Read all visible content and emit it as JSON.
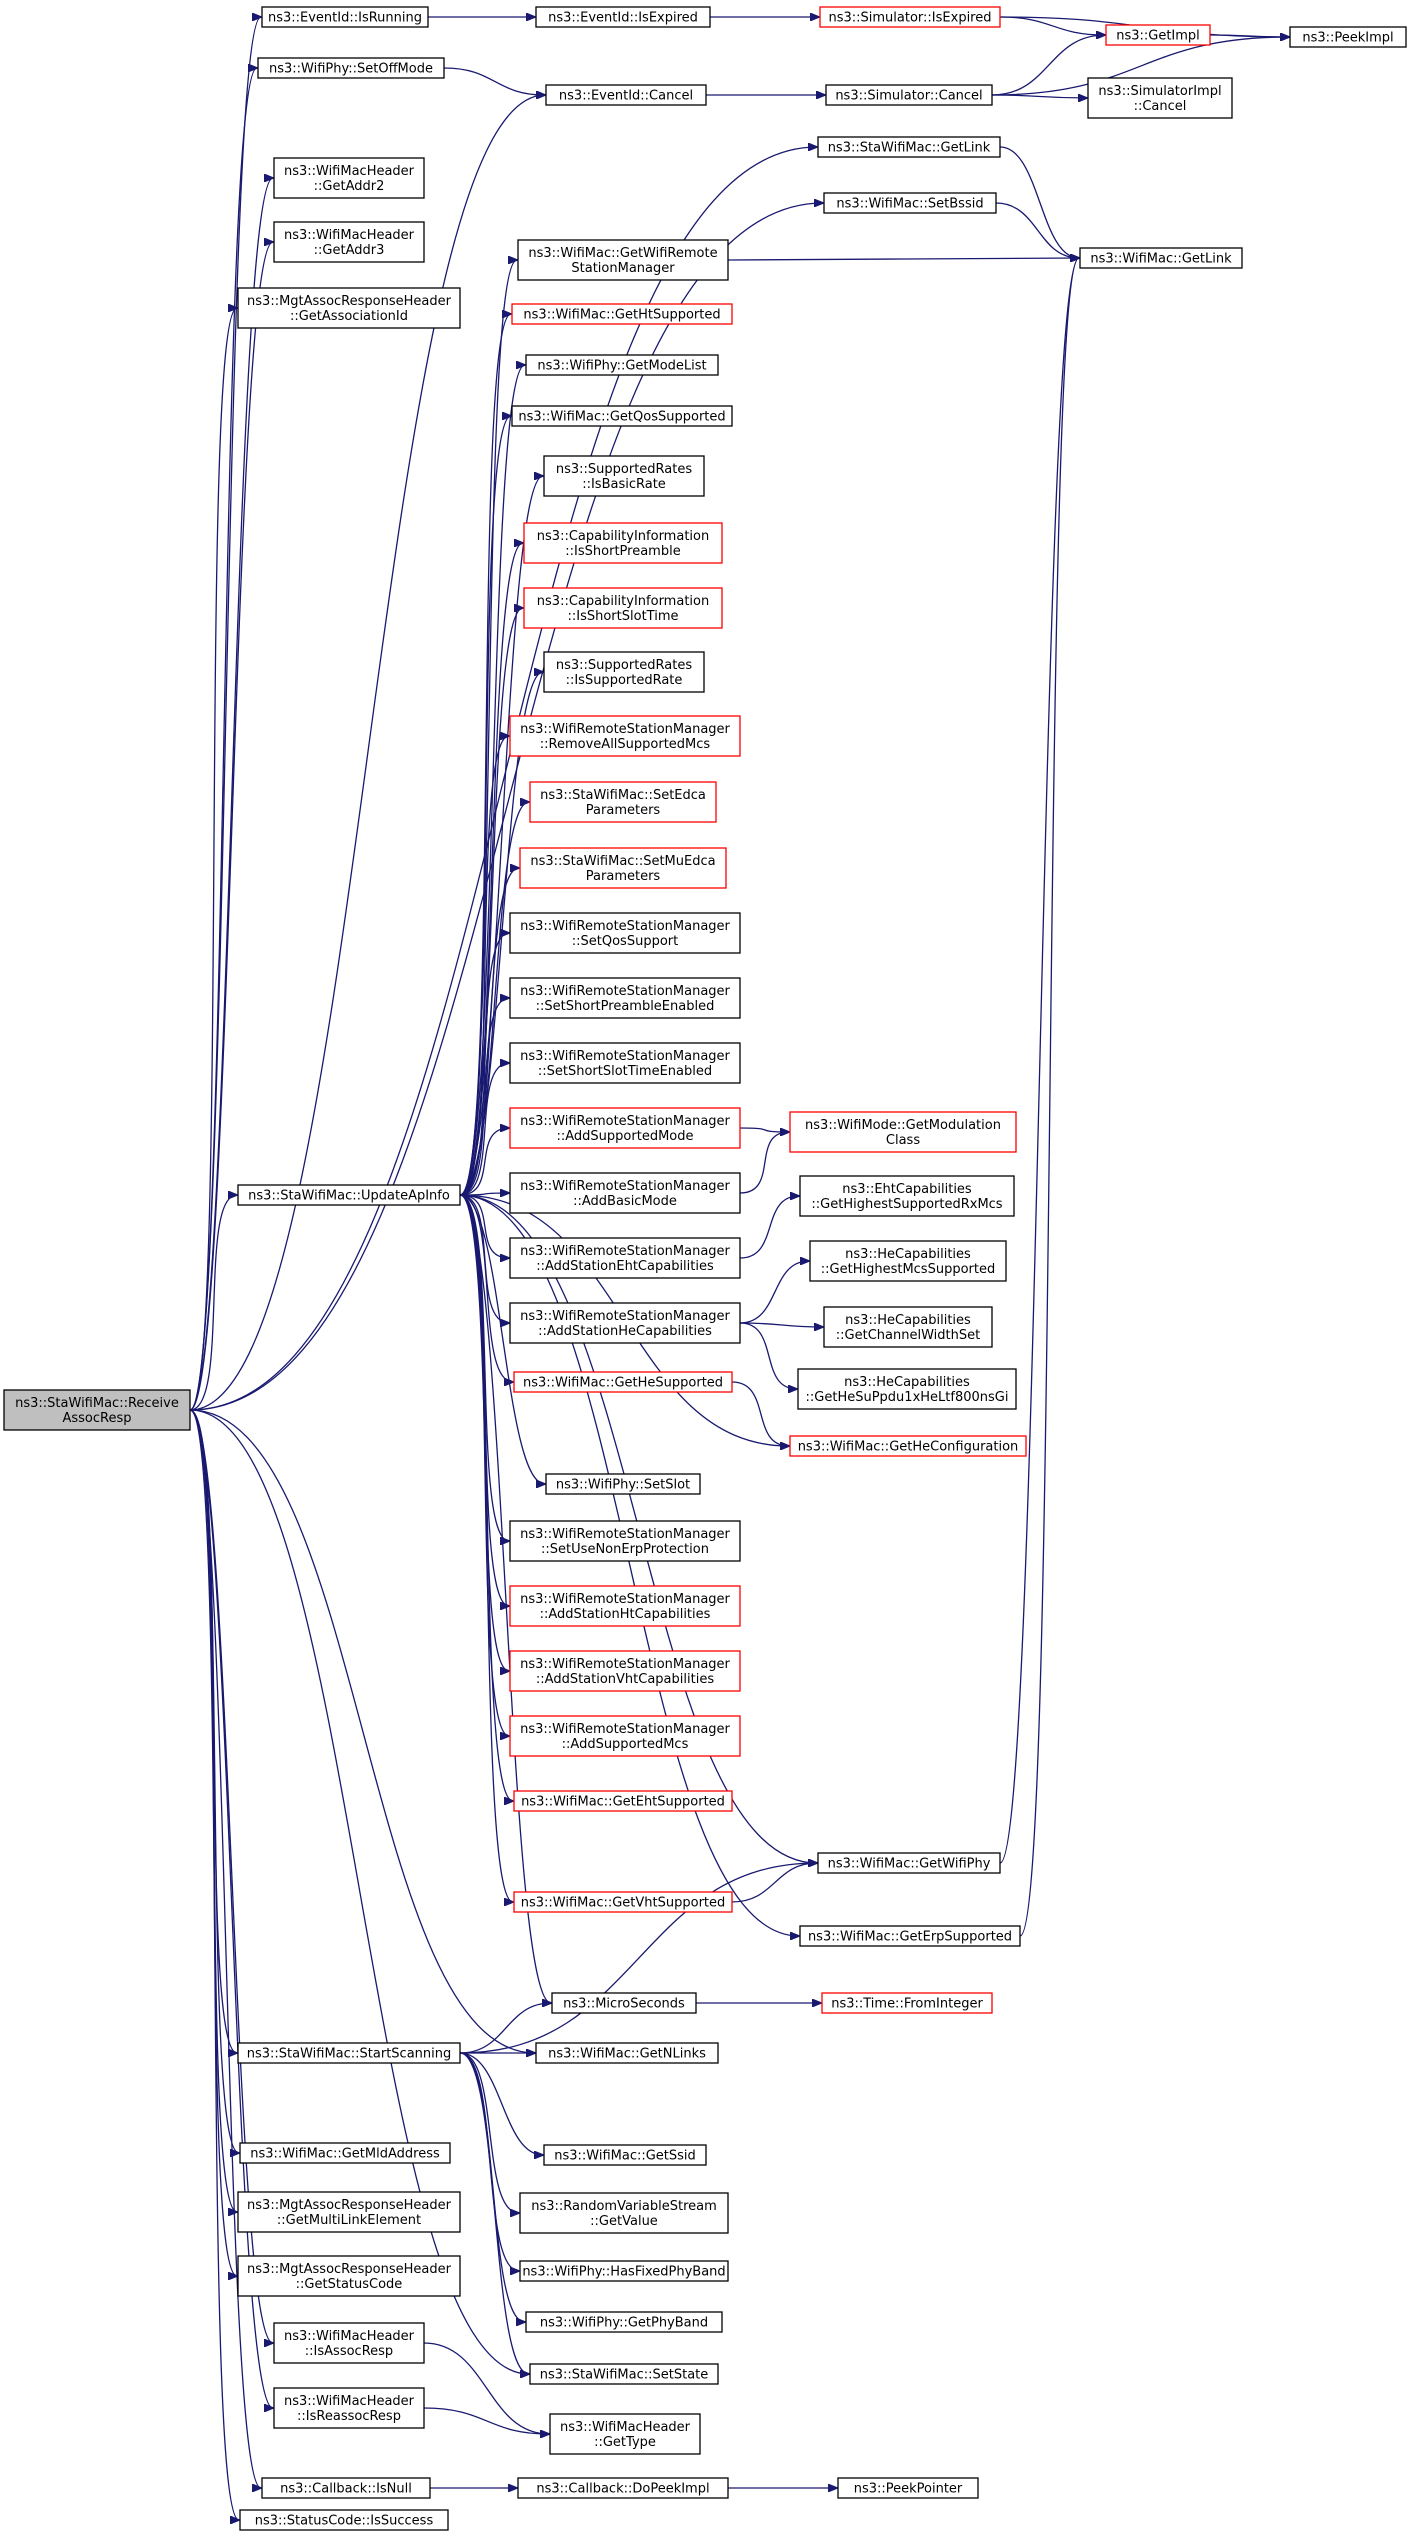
{
  "nodes": [
    {
      "id": "root",
      "lines": [
        "ns3::StaWifiMac::Receive",
        "AssocResp"
      ],
      "style": "root"
    },
    {
      "id": "isRunning",
      "lines": [
        "ns3::EventId::IsRunning"
      ],
      "style": "normal"
    },
    {
      "id": "setOffMode",
      "lines": [
        "ns3::WifiPhy::SetOffMode"
      ],
      "style": "normal"
    },
    {
      "id": "getAddr2",
      "lines": [
        "ns3::WifiMacHeader",
        "::GetAddr2"
      ],
      "style": "normal"
    },
    {
      "id": "getAddr3",
      "lines": [
        "ns3::WifiMacHeader",
        "::GetAddr3"
      ],
      "style": "normal"
    },
    {
      "id": "getAssocId",
      "lines": [
        "ns3::MgtAssocResponseHeader",
        "::GetAssociationId"
      ],
      "style": "normal"
    },
    {
      "id": "updateApInfo",
      "lines": [
        "ns3::StaWifiMac::UpdateApInfo"
      ],
      "style": "normal"
    },
    {
      "id": "startScanning",
      "lines": [
        "ns3::StaWifiMac::StartScanning"
      ],
      "style": "normal"
    },
    {
      "id": "getMldAddress",
      "lines": [
        "ns3::WifiMac::GetMldAddress"
      ],
      "style": "normal"
    },
    {
      "id": "getMultiLink",
      "lines": [
        "ns3::MgtAssocResponseHeader",
        "::GetMultiLinkElement"
      ],
      "style": "normal"
    },
    {
      "id": "getStatusCode",
      "lines": [
        "ns3::MgtAssocResponseHeader",
        "::GetStatusCode"
      ],
      "style": "normal"
    },
    {
      "id": "isAssocResp",
      "lines": [
        "ns3::WifiMacHeader",
        "::IsAssocResp"
      ],
      "style": "normal"
    },
    {
      "id": "isReassocResp",
      "lines": [
        "ns3::WifiMacHeader",
        "::IsReassocResp"
      ],
      "style": "normal"
    },
    {
      "id": "cbIsNull",
      "lines": [
        "ns3::Callback::IsNull"
      ],
      "style": "normal"
    },
    {
      "id": "isSuccess",
      "lines": [
        "ns3::StatusCode::IsSuccess"
      ],
      "style": "normal"
    },
    {
      "id": "isExpired",
      "lines": [
        "ns3::EventId::IsExpired"
      ],
      "style": "normal"
    },
    {
      "id": "eventCancel",
      "lines": [
        "ns3::EventId::Cancel"
      ],
      "style": "normal"
    },
    {
      "id": "staGetLink",
      "lines": [
        "ns3::StaWifiMac::GetLink"
      ],
      "style": "normal"
    },
    {
      "id": "setBssid",
      "lines": [
        "ns3::WifiMac::SetBssid"
      ],
      "style": "normal"
    },
    {
      "id": "getRsm",
      "lines": [
        "ns3::WifiMac::GetWifiRemote",
        "StationManager"
      ],
      "style": "normal"
    },
    {
      "id": "getHtSupported",
      "lines": [
        "ns3::WifiMac::GetHtSupported"
      ],
      "style": "red"
    },
    {
      "id": "getModeList",
      "lines": [
        "ns3::WifiPhy::GetModeList"
      ],
      "style": "normal"
    },
    {
      "id": "getQosSupported",
      "lines": [
        "ns3::WifiMac::GetQosSupported"
      ],
      "style": "normal"
    },
    {
      "id": "isBasicRate",
      "lines": [
        "ns3::SupportedRates",
        "::IsBasicRate"
      ],
      "style": "normal"
    },
    {
      "id": "isShortPreamble",
      "lines": [
        "ns3::CapabilityInformation",
        "::IsShortPreamble"
      ],
      "style": "red"
    },
    {
      "id": "isShortSlotTime",
      "lines": [
        "ns3::CapabilityInformation",
        "::IsShortSlotTime"
      ],
      "style": "red"
    },
    {
      "id": "isSupportedRate",
      "lines": [
        "ns3::SupportedRates",
        "::IsSupportedRate"
      ],
      "style": "normal"
    },
    {
      "id": "removeAllMcs",
      "lines": [
        "ns3::WifiRemoteStationManager",
        "::RemoveAllSupportedMcs"
      ],
      "style": "red"
    },
    {
      "id": "setEdca",
      "lines": [
        "ns3::StaWifiMac::SetEdca",
        "Parameters"
      ],
      "style": "red"
    },
    {
      "id": "setMuEdca",
      "lines": [
        "ns3::StaWifiMac::SetMuEdca",
        "Parameters"
      ],
      "style": "red"
    },
    {
      "id": "setQosSupport",
      "lines": [
        "ns3::WifiRemoteStationManager",
        "::SetQosSupport"
      ],
      "style": "normal"
    },
    {
      "id": "setShortPreamble",
      "lines": [
        "ns3::WifiRemoteStationManager",
        "::SetShortPreambleEnabled"
      ],
      "style": "normal"
    },
    {
      "id": "setShortSlot",
      "lines": [
        "ns3::WifiRemoteStationManager",
        "::SetShortSlotTimeEnabled"
      ],
      "style": "normal"
    },
    {
      "id": "addSupportedMode",
      "lines": [
        "ns3::WifiRemoteStationManager",
        "::AddSupportedMode"
      ],
      "style": "red"
    },
    {
      "id": "addBasicMode",
      "lines": [
        "ns3::WifiRemoteStationManager",
        "::AddBasicMode"
      ],
      "style": "normal"
    },
    {
      "id": "addEhtCaps",
      "lines": [
        "ns3::WifiRemoteStationManager",
        "::AddStationEhtCapabilities"
      ],
      "style": "normal"
    },
    {
      "id": "addHeCaps",
      "lines": [
        "ns3::WifiRemoteStationManager",
        "::AddStationHeCapabilities"
      ],
      "style": "normal"
    },
    {
      "id": "getHeSupported",
      "lines": [
        "ns3::WifiMac::GetHeSupported"
      ],
      "style": "red"
    },
    {
      "id": "setSlot",
      "lines": [
        "ns3::WifiPhy::SetSlot"
      ],
      "style": "normal"
    },
    {
      "id": "setNonErp",
      "lines": [
        "ns3::WifiRemoteStationManager",
        "::SetUseNonErpProtection"
      ],
      "style": "normal"
    },
    {
      "id": "addHtCaps",
      "lines": [
        "ns3::WifiRemoteStationManager",
        "::AddStationHtCapabilities"
      ],
      "style": "red"
    },
    {
      "id": "addVhtCaps",
      "lines": [
        "ns3::WifiRemoteStationManager",
        "::AddStationVhtCapabilities"
      ],
      "style": "red"
    },
    {
      "id": "addSupportedMcs",
      "lines": [
        "ns3::WifiRemoteStationManager",
        "::AddSupportedMcs"
      ],
      "style": "red"
    },
    {
      "id": "getEhtSupported",
      "lines": [
        "ns3::WifiMac::GetEhtSupported"
      ],
      "style": "red"
    },
    {
      "id": "getVhtSupported",
      "lines": [
        "ns3::WifiMac::GetVhtSupported"
      ],
      "style": "red"
    },
    {
      "id": "microSeconds",
      "lines": [
        "ns3::MicroSeconds"
      ],
      "style": "normal"
    },
    {
      "id": "getNLinks",
      "lines": [
        "ns3::WifiMac::GetNLinks"
      ],
      "style": "normal"
    },
    {
      "id": "getSsid",
      "lines": [
        "ns3::WifiMac::GetSsid"
      ],
      "style": "normal"
    },
    {
      "id": "rvsGetValue",
      "lines": [
        "ns3::RandomVariableStream",
        "::GetValue"
      ],
      "style": "normal"
    },
    {
      "id": "hasFixedPhyBand",
      "lines": [
        "ns3::WifiPhy::HasFixedPhyBand"
      ],
      "style": "normal"
    },
    {
      "id": "getPhyBand",
      "lines": [
        "ns3::WifiPhy::GetPhyBand"
      ],
      "style": "normal"
    },
    {
      "id": "setState",
      "lines": [
        "ns3::StaWifiMac::SetState"
      ],
      "style": "normal"
    },
    {
      "id": "getType",
      "lines": [
        "ns3::WifiMacHeader",
        "::GetType"
      ],
      "style": "normal"
    },
    {
      "id": "doPeekImpl",
      "lines": [
        "ns3::Callback::DoPeekImpl"
      ],
      "style": "normal"
    },
    {
      "id": "simIsExpired",
      "lines": [
        "ns3::Simulator::IsExpired"
      ],
      "style": "red"
    },
    {
      "id": "simCancel",
      "lines": [
        "ns3::Simulator::Cancel"
      ],
      "style": "normal"
    },
    {
      "id": "wifiMacGetLink",
      "lines": [
        "ns3::WifiMac::GetLink"
      ],
      "style": "normal"
    },
    {
      "id": "getModClass",
      "lines": [
        "ns3::WifiMode::GetModulation",
        "Class"
      ],
      "style": "red"
    },
    {
      "id": "ehtHighestRx",
      "lines": [
        "ns3::EhtCapabilities",
        "::GetHighestSupportedRxMcs"
      ],
      "style": "normal"
    },
    {
      "id": "heHighestMcs",
      "lines": [
        "ns3::HeCapabilities",
        "::GetHighestMcsSupported"
      ],
      "style": "normal"
    },
    {
      "id": "heChWidth",
      "lines": [
        "ns3::HeCapabilities",
        "::GetChannelWidthSet"
      ],
      "style": "normal"
    },
    {
      "id": "heSuPpdu",
      "lines": [
        "ns3::HeCapabilities",
        "::GetHeSuPpdu1xHeLtf800nsGi"
      ],
      "style": "normal"
    },
    {
      "id": "getHeConfig",
      "lines": [
        "ns3::WifiMac::GetHeConfiguration"
      ],
      "style": "red"
    },
    {
      "id": "getWifiPhy",
      "lines": [
        "ns3::WifiMac::GetWifiPhy"
      ],
      "style": "normal"
    },
    {
      "id": "getErpSupported",
      "lines": [
        "ns3::WifiMac::GetErpSupported"
      ],
      "style": "normal"
    },
    {
      "id": "timeFromInteger",
      "lines": [
        "ns3::Time::FromInteger"
      ],
      "style": "red"
    },
    {
      "id": "peekPointer",
      "lines": [
        "ns3::PeekPointer"
      ],
      "style": "normal"
    },
    {
      "id": "getImpl",
      "lines": [
        "ns3::GetImpl"
      ],
      "style": "red"
    },
    {
      "id": "simImplCancel",
      "lines": [
        "ns3::SimulatorImpl",
        "::Cancel"
      ],
      "style": "normal"
    },
    {
      "id": "peekImpl",
      "lines": [
        "ns3::PeekImpl"
      ],
      "style": "normal"
    }
  ],
  "edges": [
    [
      "root",
      "isRunning"
    ],
    [
      "root",
      "setOffMode"
    ],
    [
      "root",
      "eventCancel"
    ],
    [
      "root",
      "getAddr2"
    ],
    [
      "root",
      "getAddr3"
    ],
    [
      "root",
      "getAssocId"
    ],
    [
      "root",
      "staGetLink"
    ],
    [
      "root",
      "setBssid"
    ],
    [
      "root",
      "updateApInfo"
    ],
    [
      "root",
      "startScanning"
    ],
    [
      "root",
      "getNLinks"
    ],
    [
      "root",
      "getMldAddress"
    ],
    [
      "root",
      "getMultiLink"
    ],
    [
      "root",
      "getStatusCode"
    ],
    [
      "root",
      "isAssocResp"
    ],
    [
      "root",
      "isReassocResp"
    ],
    [
      "root",
      "cbIsNull"
    ],
    [
      "root",
      "isSuccess"
    ],
    [
      "root",
      "setState"
    ],
    [
      "isRunning",
      "isExpired"
    ],
    [
      "isExpired",
      "simIsExpired"
    ],
    [
      "simIsExpired",
      "getImpl"
    ],
    [
      "simIsExpired",
      "peekImpl"
    ],
    [
      "getImpl",
      "peekImpl"
    ],
    [
      "setOffMode",
      "eventCancel"
    ],
    [
      "eventCancel",
      "simCancel"
    ],
    [
      "simCancel",
      "getImpl"
    ],
    [
      "simCancel",
      "simImplCancel"
    ],
    [
      "simCancel",
      "peekImpl"
    ],
    [
      "staGetLink",
      "wifiMacGetLink"
    ],
    [
      "setBssid",
      "wifiMacGetLink"
    ],
    [
      "getRsm",
      "wifiMacGetLink"
    ],
    [
      "getWifiPhy",
      "wifiMacGetLink"
    ],
    [
      "getErpSupported",
      "wifiMacGetLink"
    ],
    [
      "updateApInfo",
      "getRsm"
    ],
    [
      "updateApInfo",
      "getHtSupported"
    ],
    [
      "updateApInfo",
      "getModeList"
    ],
    [
      "updateApInfo",
      "getQosSupported"
    ],
    [
      "updateApInfo",
      "isBasicRate"
    ],
    [
      "updateApInfo",
      "isShortPreamble"
    ],
    [
      "updateApInfo",
      "isShortSlotTime"
    ],
    [
      "updateApInfo",
      "isSupportedRate"
    ],
    [
      "updateApInfo",
      "removeAllMcs"
    ],
    [
      "updateApInfo",
      "setEdca"
    ],
    [
      "updateApInfo",
      "setMuEdca"
    ],
    [
      "updateApInfo",
      "setQosSupport"
    ],
    [
      "updateApInfo",
      "setShortPreamble"
    ],
    [
      "updateApInfo",
      "setShortSlot"
    ],
    [
      "updateApInfo",
      "addSupportedMode"
    ],
    [
      "updateApInfo",
      "addBasicMode"
    ],
    [
      "updateApInfo",
      "addEhtCaps"
    ],
    [
      "updateApInfo",
      "addHeCaps"
    ],
    [
      "updateApInfo",
      "getHeSupported"
    ],
    [
      "updateApInfo",
      "getHeConfig"
    ],
    [
      "updateApInfo",
      "setSlot"
    ],
    [
      "updateApInfo",
      "setNonErp"
    ],
    [
      "updateApInfo",
      "addHtCaps"
    ],
    [
      "updateApInfo",
      "addVhtCaps"
    ],
    [
      "updateApInfo",
      "addSupportedMcs"
    ],
    [
      "updateApInfo",
      "getEhtSupported"
    ],
    [
      "updateApInfo",
      "getWifiPhy"
    ],
    [
      "updateApInfo",
      "getVhtSupported"
    ],
    [
      "updateApInfo",
      "getErpSupported"
    ],
    [
      "updateApInfo",
      "microSeconds"
    ],
    [
      "addSupportedMode",
      "getModClass"
    ],
    [
      "addBasicMode",
      "getModClass"
    ],
    [
      "addEhtCaps",
      "ehtHighestRx"
    ],
    [
      "addHeCaps",
      "heHighestMcs"
    ],
    [
      "addHeCaps",
      "heChWidth"
    ],
    [
      "addHeCaps",
      "heSuPpdu"
    ],
    [
      "getHeSupported",
      "getHeConfig"
    ],
    [
      "getVhtSupported",
      "getWifiPhy"
    ],
    [
      "microSeconds",
      "timeFromInteger"
    ],
    [
      "startScanning",
      "microSeconds"
    ],
    [
      "startScanning",
      "getNLinks"
    ],
    [
      "startScanning",
      "getWifiPhy"
    ],
    [
      "startScanning",
      "getSsid"
    ],
    [
      "startScanning",
      "rvsGetValue"
    ],
    [
      "startScanning",
      "hasFixedPhyBand"
    ],
    [
      "startScanning",
      "getPhyBand"
    ],
    [
      "startScanning",
      "setState"
    ],
    [
      "isAssocResp",
      "getType"
    ],
    [
      "isReassocResp",
      "getType"
    ],
    [
      "cbIsNull",
      "doPeekImpl"
    ],
    [
      "doPeekImpl",
      "peekPointer"
    ]
  ]
}
